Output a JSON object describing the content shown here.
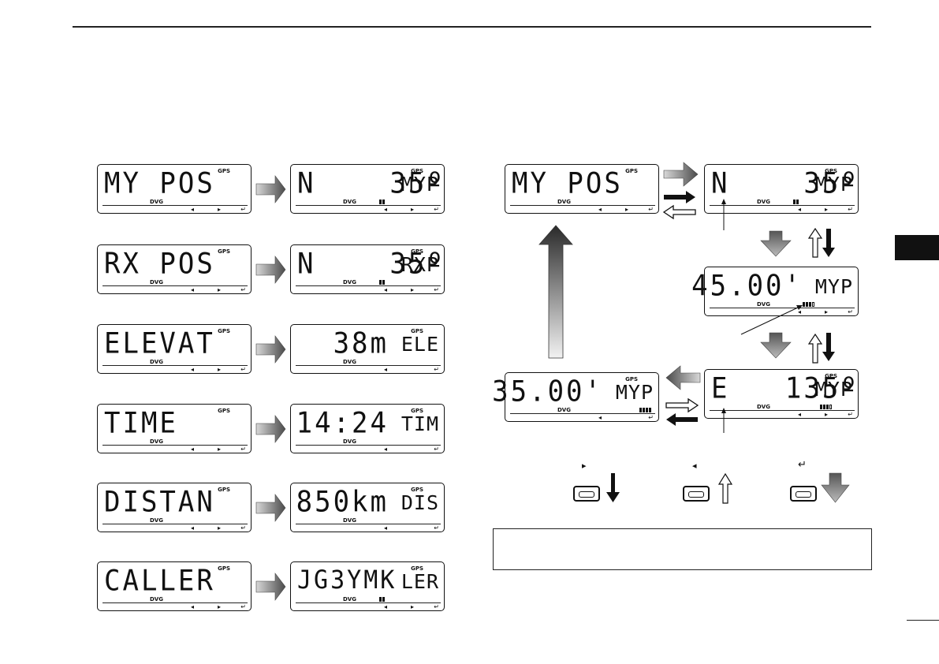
{
  "page": {
    "accent_tab_color": "#111111"
  },
  "lcd_common": {
    "gps": "GPS",
    "dvg": "DVG",
    "left_arrow": "◂",
    "right_arrow": "▸",
    "enter_arrow": "↵"
  },
  "left_column": [
    {
      "menu": "MY POS",
      "detail_main": "N    35º",
      "detail_suffix": "MYP"
    },
    {
      "menu": "RX POS",
      "detail_main": "N    35º",
      "detail_suffix": "RXP"
    },
    {
      "menu": "ELEVAT",
      "detail_main": "38m",
      "detail_suffix": "ELE"
    },
    {
      "menu": "TIME",
      "detail_main": "14:24",
      "detail_suffix": "TIM"
    },
    {
      "menu": "DISTAN",
      "detail_main": "850km",
      "detail_suffix": "DIS"
    },
    {
      "menu": "CALLER",
      "detail_main": "JG3YMK",
      "detail_suffix": "LER"
    }
  ],
  "right_flow": {
    "start": {
      "main": "MY POS"
    },
    "lat_deg": {
      "main": "N    35º",
      "suffix": "MYP"
    },
    "lat_min": {
      "main": "45.00'",
      "suffix": "MYP"
    },
    "lon_deg": {
      "main": "E   135º",
      "suffix": "MYP"
    },
    "lon_min": {
      "main": "35.00'",
      "suffix": "MYP"
    }
  },
  "legend": {
    "right_key": "▸",
    "left_key": "◂",
    "enter_key": "↵"
  }
}
